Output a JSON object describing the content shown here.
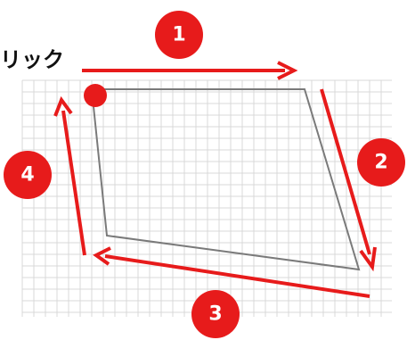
{
  "label": {
    "text": "リック"
  },
  "steps": [
    {
      "number": "1"
    },
    {
      "number": "2"
    },
    {
      "number": "3"
    },
    {
      "number": "4"
    }
  ],
  "colors": {
    "accent": "#e71b1b",
    "grid": "#d9d9d9",
    "shape": "#7a7a7a",
    "background": "#ffffff"
  }
}
